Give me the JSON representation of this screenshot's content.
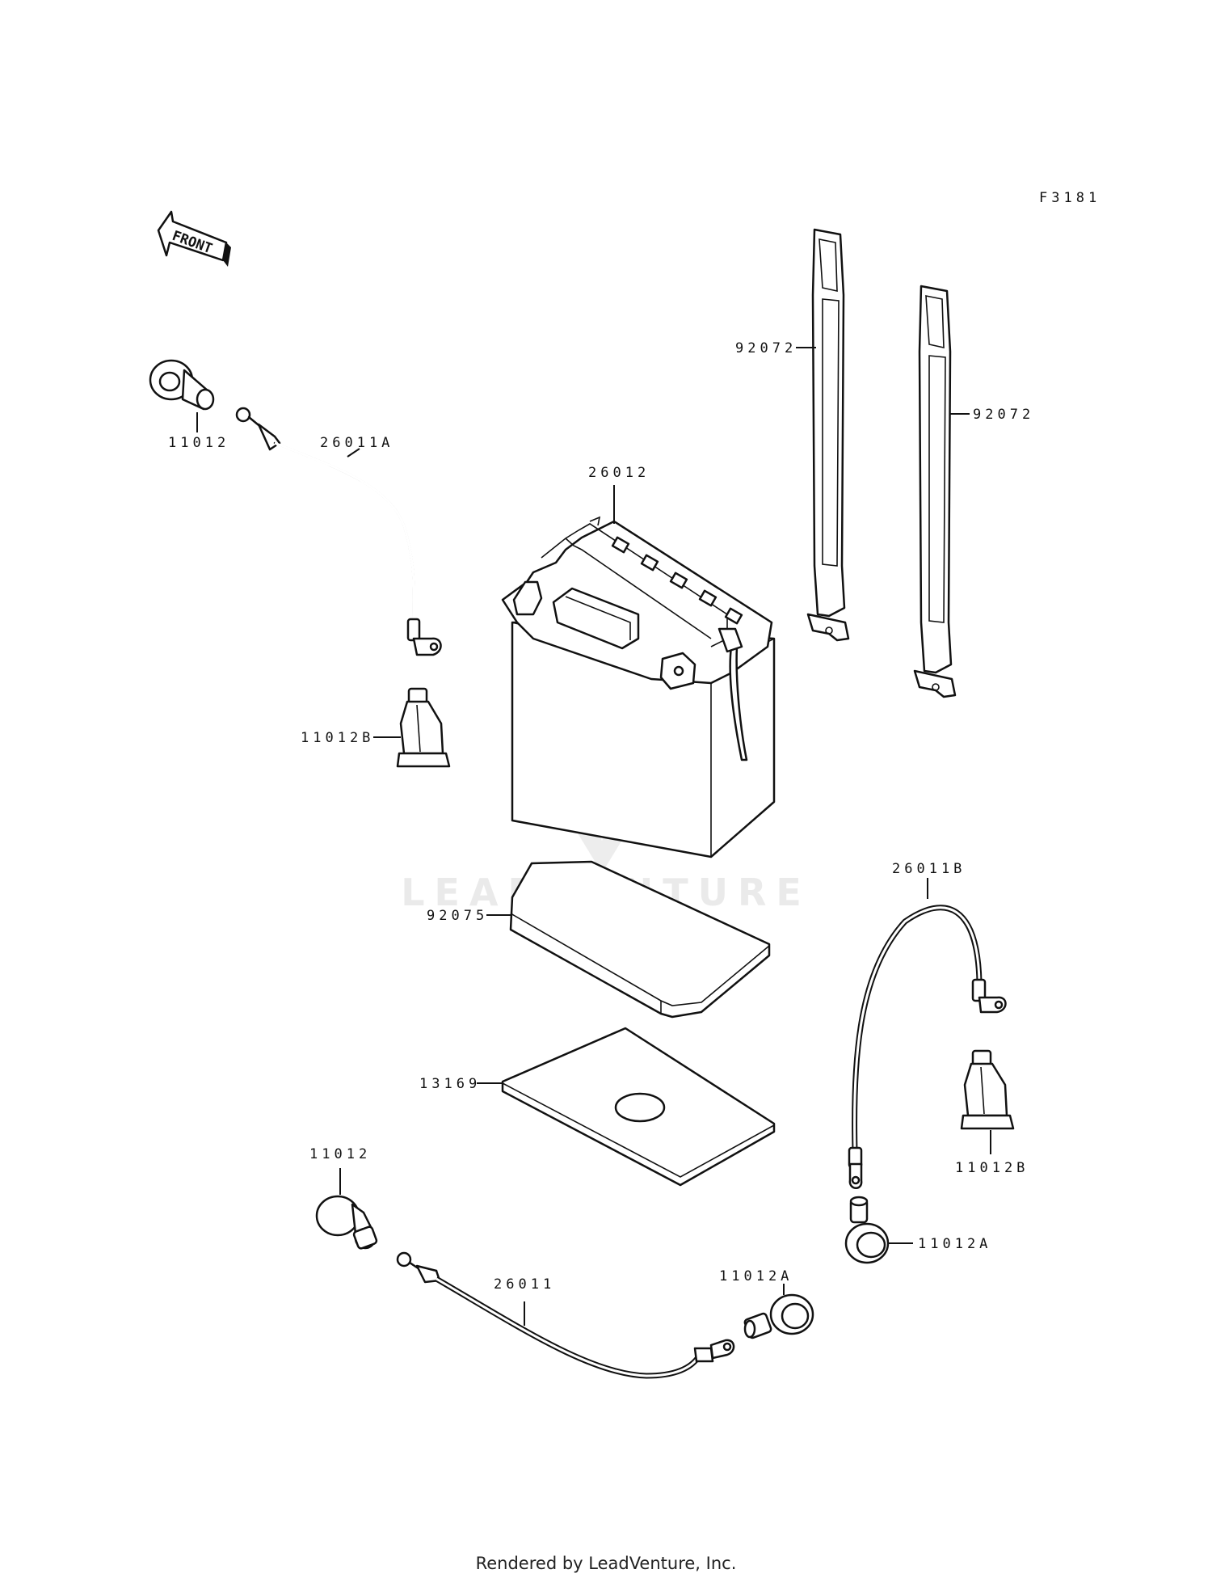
{
  "figure_code": "F3181",
  "direction_indicator": "FRONT",
  "watermark": "LEADVENTURE",
  "footer": "Rendered by LeadVenture, Inc.",
  "callouts": {
    "c11012_top": "11012",
    "c26011A": "26011A",
    "c11012B_left": "11012B",
    "c26012": "26012",
    "c92072_left": "92072",
    "c92072_right": "92072",
    "c92075": "92075",
    "c13169": "13169",
    "c26011B": "26011B",
    "c11012B_right": "11012B",
    "c11012_bottom": "11012",
    "c26011": "26011",
    "c11012A_mid": "11012A",
    "c11012A_right": "11012A"
  }
}
